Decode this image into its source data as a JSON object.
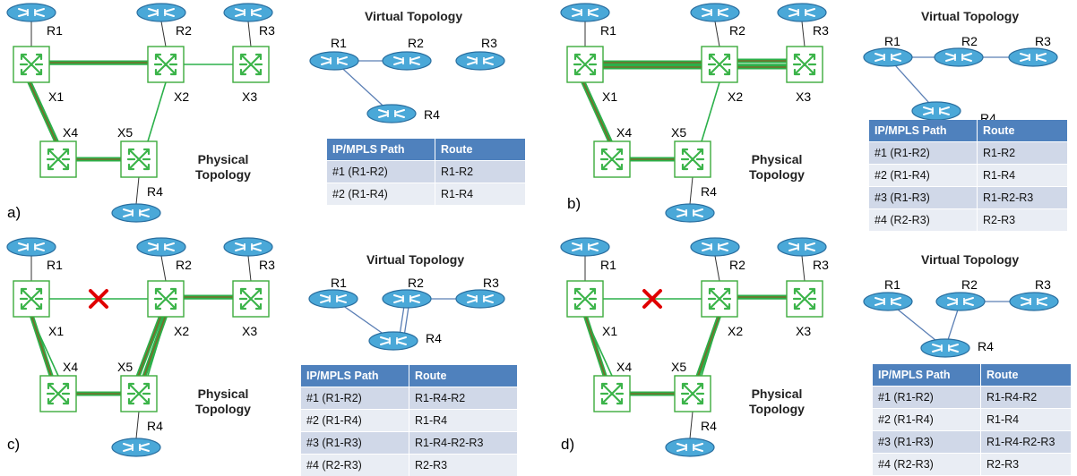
{
  "colors": {
    "router_fill": "#4aa8d8",
    "router_stroke": "#2a6fa0",
    "switch_stroke": "#3caa3c",
    "link_green": "#2bb04a",
    "path_olive": "#7a6a2a",
    "virtual_link": "#5b7fb5",
    "table_header": "#4f81bd",
    "fail_mark": "#e00000"
  },
  "icons": {
    "router": "router-icon",
    "switch": "optical-switch-icon",
    "failure": "red-x-icon"
  },
  "panels": [
    {
      "id": "a",
      "letter": "a)",
      "virtual_title": "Virtual Topology",
      "physical_title": [
        "Physical",
        "Topology"
      ],
      "routers": [
        "R1",
        "R2",
        "R3",
        "R4"
      ],
      "switches": [
        "X1",
        "X2",
        "X3",
        "X4",
        "X5"
      ],
      "virtual_links": [
        "R1-R2",
        "R1-R4"
      ],
      "failed_link": "",
      "table": {
        "headers": [
          "IP/MPLS Path",
          "Route"
        ],
        "rows": [
          [
            "#1 (R1-R2)",
            "R1-R2"
          ],
          [
            "#2 (R1-R4)",
            "R1-R4"
          ]
        ]
      }
    },
    {
      "id": "b",
      "letter": "b)",
      "virtual_title": "Virtual Topology",
      "physical_title": [
        "Physical",
        "Topology"
      ],
      "routers": [
        "R1",
        "R2",
        "R3",
        "R4"
      ],
      "switches": [
        "X1",
        "X2",
        "X3",
        "X4",
        "X5"
      ],
      "virtual_links": [
        "R1-R2",
        "R1-R4",
        "R2-R3"
      ],
      "failed_link": "",
      "table": {
        "headers": [
          "IP/MPLS Path",
          "Route"
        ],
        "rows": [
          [
            "#1 (R1-R2)",
            "R1-R2"
          ],
          [
            "#2 (R1-R4)",
            "R1-R4"
          ],
          [
            "#3 (R1-R3)",
            "R1-R2-R3"
          ],
          [
            "#4 (R2-R3)",
            "R2-R3"
          ]
        ]
      }
    },
    {
      "id": "c",
      "letter": "c)",
      "virtual_title": "Virtual Topology",
      "physical_title": [
        "Physical",
        "Topology"
      ],
      "routers": [
        "R1",
        "R2",
        "R3",
        "R4"
      ],
      "switches": [
        "X1",
        "X2",
        "X3",
        "X4",
        "X5"
      ],
      "virtual_links": [
        "R1-R4",
        "R2-R4 (double)",
        "R2-R3"
      ],
      "failed_link": "X1-X2",
      "table": {
        "headers": [
          "IP/MPLS Path",
          "Route"
        ],
        "rows": [
          [
            "#1 (R1-R2)",
            "R1-R4-R2"
          ],
          [
            "#2 (R1-R4)",
            "R1-R4"
          ],
          [
            "#3 (R1-R3)",
            "R1-R4-R2-R3"
          ],
          [
            "#4 (R2-R3)",
            "R2-R3"
          ]
        ]
      }
    },
    {
      "id": "d",
      "letter": "d)",
      "virtual_title": "Virtual Topology",
      "physical_title": [
        "Physical",
        "Topology"
      ],
      "routers": [
        "R1",
        "R2",
        "R3",
        "R4"
      ],
      "switches": [
        "X1",
        "X2",
        "X3",
        "X4",
        "X5"
      ],
      "virtual_links": [
        "R1-R4",
        "R2-R4",
        "R2-R3"
      ],
      "failed_link": "X1-X2",
      "table": {
        "headers": [
          "IP/MPLS Path",
          "Route"
        ],
        "rows": [
          [
            "#1 (R1-R2)",
            "R1-R4-R2"
          ],
          [
            "#2 (R1-R4)",
            "R1-R4"
          ],
          [
            "#3 (R1-R3)",
            "R1-R4-R2-R3"
          ],
          [
            "#4 (R2-R3)",
            "R2-R3"
          ]
        ]
      }
    }
  ]
}
